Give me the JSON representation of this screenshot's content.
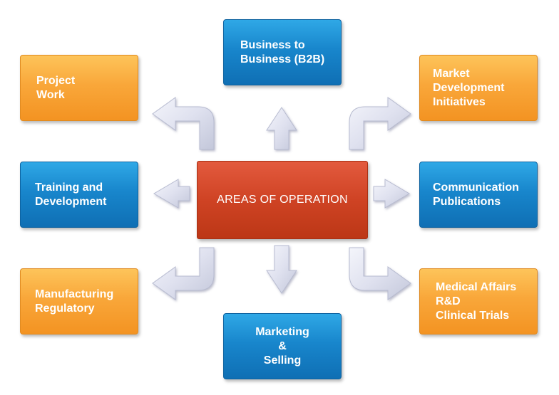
{
  "center": {
    "label": "AREAS OF OPERATION"
  },
  "boxes": {
    "project_work": {
      "lines": [
        "Project",
        "Work"
      ]
    },
    "b2b": {
      "lines": [
        "Business to",
        "Business (B2B)"
      ]
    },
    "market_dev": {
      "lines": [
        "Market",
        "Development",
        "Initiatives"
      ]
    },
    "training": {
      "lines": [
        "Training and",
        "Development"
      ]
    },
    "communication": {
      "lines": [
        "Communication",
        "Publications"
      ]
    },
    "manufacturing": {
      "lines": [
        "Manufacturing",
        "Regulatory"
      ]
    },
    "marketing": {
      "lines": [
        "Marketing",
        "&",
        "Selling"
      ]
    },
    "medical": {
      "lines": [
        "Medical Affairs",
        "R&D",
        "Clinical Trials"
      ]
    }
  },
  "colors": {
    "orange": "#f7a233",
    "blue": "#1680c6",
    "center": "#c9401f",
    "arrow": "#e6e7f3"
  }
}
